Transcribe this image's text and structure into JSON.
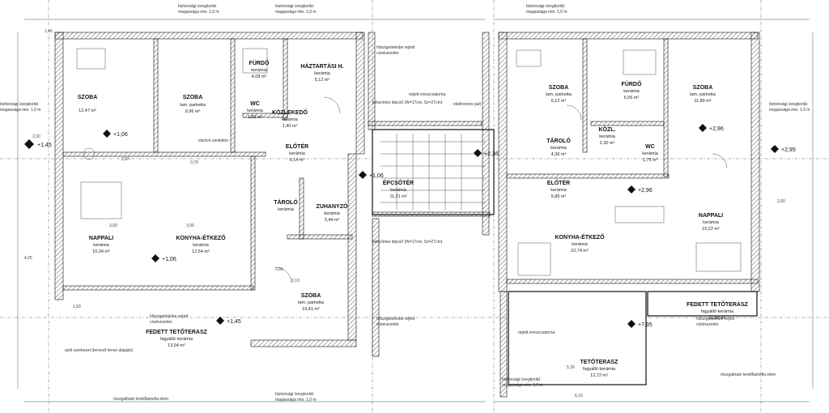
{
  "rooms": [
    {
      "id": "szoba-1",
      "name": "SZOBA",
      "line2": "",
      "area": "12,47 m²"
    },
    {
      "id": "szoba-2",
      "name": "SZOBA",
      "line2": "lam. parketta",
      "area": "9,96 m²"
    },
    {
      "id": "furdo-1",
      "name": "FÜRDŐ",
      "line2": "kerámia",
      "area": "4,08 m²"
    },
    {
      "id": "haztartasi",
      "name": "HÁZTARTÁSI H.",
      "line2": "kerámia",
      "area": "5,12 m²"
    },
    {
      "id": "wc-1",
      "name": "WC",
      "line2": "kerámia",
      "area": "1,82 m²"
    },
    {
      "id": "kozlekedo",
      "name": "KÖZLEKEDŐ",
      "line2": "kerámia",
      "area": "1,40 m²"
    },
    {
      "id": "eloter-1",
      "name": "ELŐTÉR",
      "line2": "kerámia",
      "area": "6,14 m²"
    },
    {
      "id": "nappali-1",
      "name": "NAPPALI",
      "line2": "kerámia",
      "area": "10,34 m²"
    },
    {
      "id": "konyha-1",
      "name": "KONYHA-ÉTKEZŐ",
      "line2": "kerámia",
      "area": "12,54 m²"
    },
    {
      "id": "tarolo-1",
      "name": "TÁROLÓ",
      "line2": "kerámia",
      "area": ""
    },
    {
      "id": "zuhanyzo",
      "name": "ZUHANYZÓ",
      "line2": "kerámia",
      "area": "3,44 m²"
    },
    {
      "id": "szoba-3",
      "name": "SZOBA",
      "line2": "lam. parketta",
      "area": "16,41 m²"
    },
    {
      "id": "terasz-1",
      "name": "FEDETT TETŐTERASZ",
      "line2": "fagyálló kerámia",
      "area": "13,94 m²"
    },
    {
      "id": "lepcsoter",
      "name": "ÉPCSŐTÉR",
      "line2": "kerámia",
      "area": "11,21 m²"
    },
    {
      "id": "szoba-4",
      "name": "SZOBA",
      "line2": "lam. parketta",
      "area": "6,12 m²"
    },
    {
      "id": "furdo-2",
      "name": "FÜRDŐ",
      "line2": "kerámia",
      "area": "6,56 m²"
    },
    {
      "id": "szoba-5",
      "name": "SZOBA",
      "line2": "lam. parketta",
      "area": "11,89 m²"
    },
    {
      "id": "kozl-2",
      "name": "KÖZL.",
      "line2": "kerámia",
      "area": "2,30 m²"
    },
    {
      "id": "wc-2",
      "name": "WC",
      "line2": "kerámia",
      "area": "1,75 m²"
    },
    {
      "id": "tarolo-2",
      "name": "TÁROLÓ",
      "line2": "kerámia",
      "area": "4,36 m²"
    },
    {
      "id": "eloter-2",
      "name": "ELŐTÉR",
      "line2": "kerámia",
      "area": "5,86 m²"
    },
    {
      "id": "konyha-2",
      "name": "KONYHA-ÉTKEZŐ",
      "line2": "kerámia",
      "area": "10,74 m²"
    },
    {
      "id": "nappali-2",
      "name": "NAPPALI",
      "line2": "kerámia",
      "area": "15,22 m²"
    },
    {
      "id": "terasz-2",
      "name": "FEDETT TETŐTERASZ",
      "line2": "fagyálló kerámia",
      "area": "11,56 m²"
    },
    {
      "id": "tetoterasz",
      "name": "TETŐTERASZ",
      "line2": "fagyálló kerámia",
      "area": "12,72 m²"
    }
  ],
  "levels": [
    "+1,45",
    "+1,06",
    "+1,06",
    "+1,45",
    "+2,96",
    "+2,95",
    "+2,96",
    "+7,95",
    "+2,36",
    "+1,06"
  ],
  "notes": [
    "biztonsági üvegkorlát",
    "magassága min. 1,0 m",
    "biztonsági üvegkorlát",
    "magassága min. 1,0 m",
    "biztonsági üvegkorlát",
    "magassága min. 1,0 m",
    "biztonsági üvegkorlát",
    "magassága min. 1,0 m",
    "biztonsági üvegkorlát",
    "magassága min. 1,0 m",
    "biztonsági üvegkorlát",
    "magassága min. 1,0 m",
    "biztonsági üvegkorlát",
    "magassága min. 1,0 m",
    "hőszigetelésbe rejtett",
    "vízelvezetés",
    "hőszigetelésbe rejtett",
    "vízelvezetés",
    "hőszigetelésbe rejtett",
    "vízelvezetés",
    "hőszigetelésbe rejtett",
    "vízelvezetés",
    "rejtett ereszcsatorna",
    "elektromos pult",
    "elszívó ventilátor",
    "rejtett ereszcsatorna",
    "acél szerkezet (tervező tervei alapján)",
    "mozgatható terelőlamella elem",
    "mozgatható terelőlamella elem",
    "kétszintes lépcső (W=17cm, Sz=27cm)",
    "kétszintes lépcső (W=17cm, Sz=27cm)"
  ],
  "dims": [
    "3,00",
    "2,30",
    "3,00",
    "1,45",
    "3,70",
    "2,10",
    "0,90",
    "5,30",
    "6,10",
    "4,25",
    "1,50",
    "2,10",
    "2,00"
  ]
}
